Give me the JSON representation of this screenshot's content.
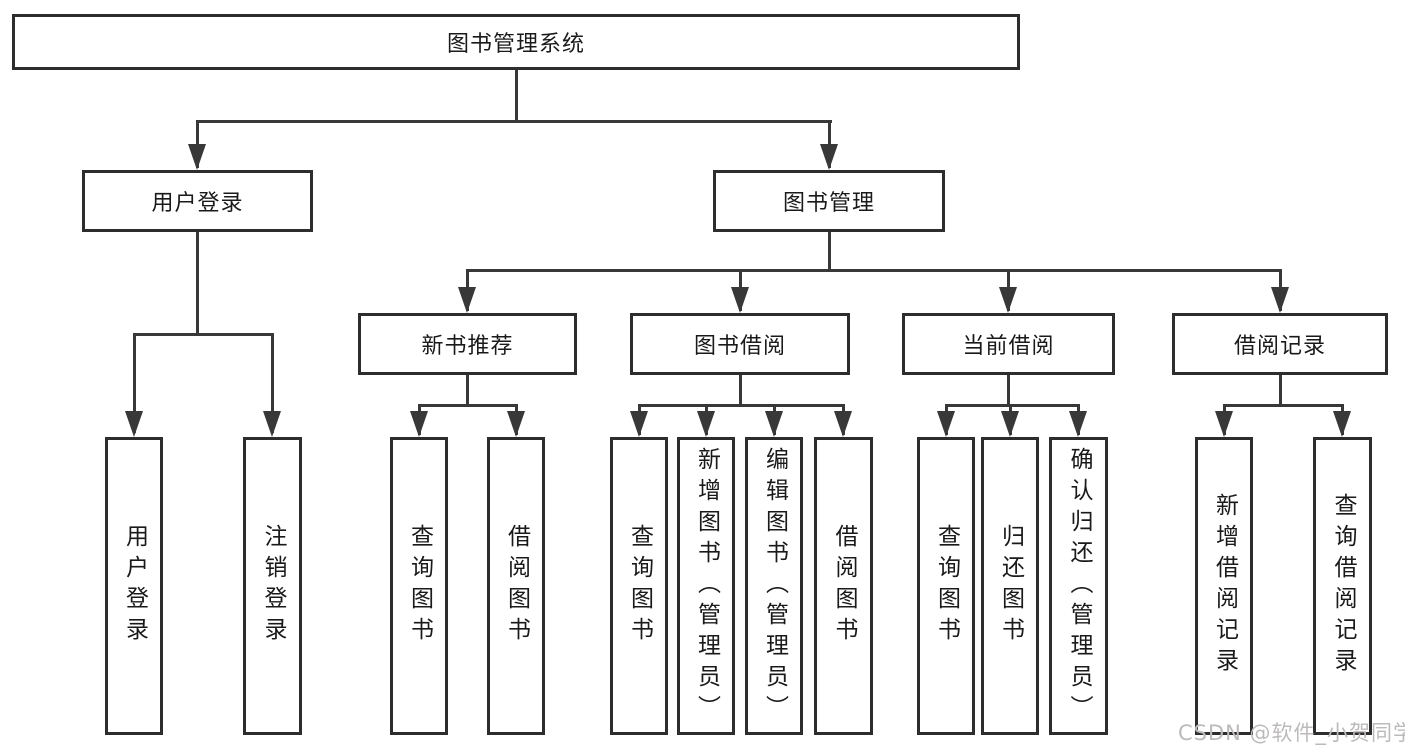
{
  "diagram": {
    "title": "图书管理系统",
    "level2": [
      "用户登录",
      "图书管理"
    ],
    "level3": [
      "新书推荐",
      "图书借阅",
      "当前借阅",
      "借阅记录"
    ],
    "leaves": [
      "用户登录",
      "注销登录",
      "查询图书",
      "借阅图书",
      "查询图书",
      "新增图书（管理员）",
      "编辑图书（管理员）",
      "借阅图书",
      "查询图书",
      "归还图书",
      "确认归还（管理员）",
      "新增借阅记录",
      "查询借阅记录"
    ],
    "watermark": "CSDN @软件_小贺同学",
    "colors": {
      "line": "#383838",
      "box_border": "#2d2d2d",
      "text": "#1a1a1a",
      "background": "#ffffff",
      "watermark": "#bdbaba"
    }
  }
}
